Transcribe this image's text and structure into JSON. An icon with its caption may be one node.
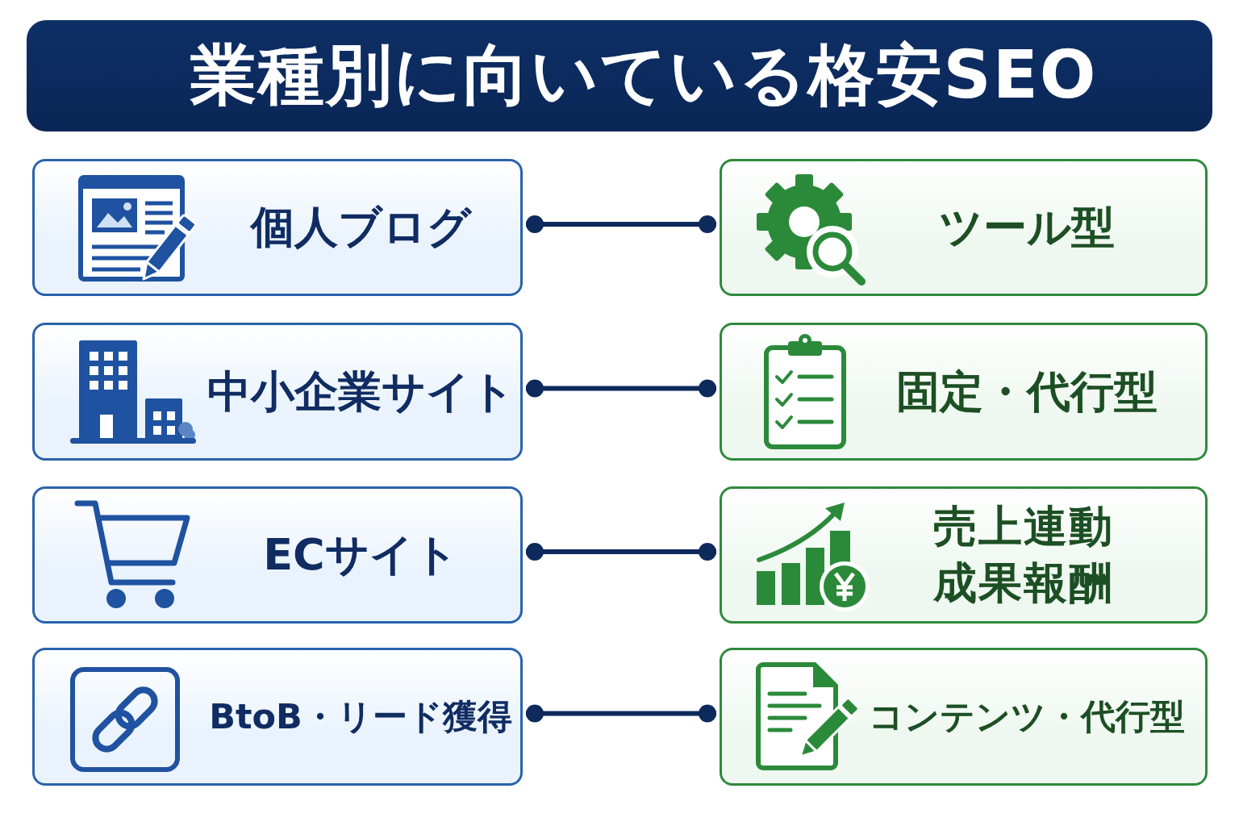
{
  "diagram": {
    "title": "業種別に向いている格安SEO",
    "nodes": [
      {
        "text": [
          "個人ブログ"
        ]
      },
      {
        "text": [
          "ツール型"
        ]
      },
      {
        "text": [
          "中小企業サイト"
        ]
      },
      {
        "text": [
          "固定・代行型"
        ]
      },
      {
        "text": [
          "ECサイト"
        ]
      },
      {
        "text": [
          "売上連動成果報酬"
        ]
      },
      {
        "text": [
          "BtoB・リード獲得"
        ]
      },
      {
        "text": [
          "コンテンツ・代行型"
        ]
      }
    ],
    "edges": [
      {
        "from": 0,
        "to": 1,
        "arrow": "other"
      },
      {
        "from": 2,
        "to": 3,
        "arrow": "other"
      },
      {
        "from": 4,
        "to": 5,
        "arrow": "other"
      },
      {
        "from": 6,
        "to": 7,
        "arrow": "other"
      }
    ]
  }
}
